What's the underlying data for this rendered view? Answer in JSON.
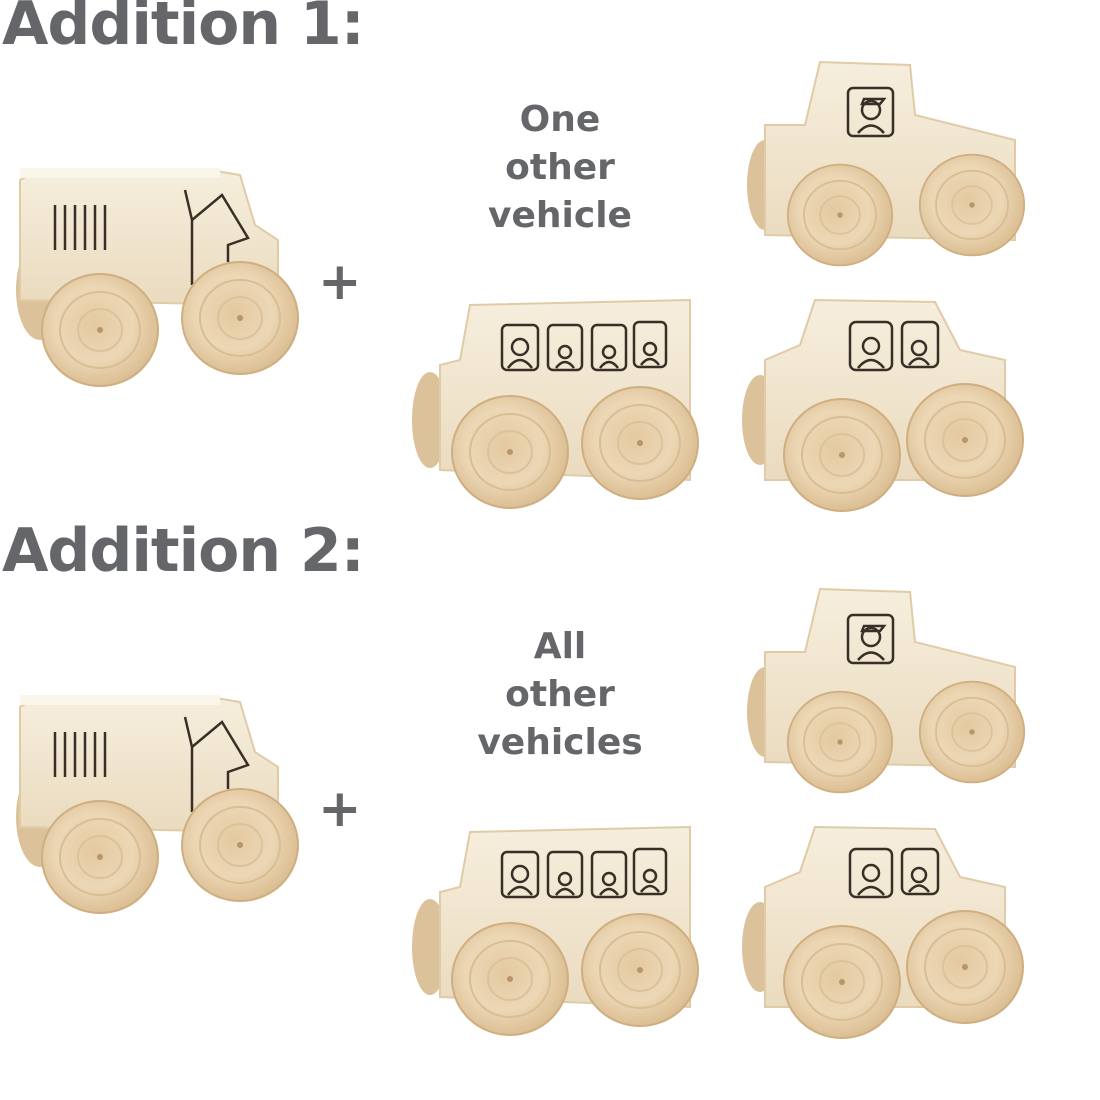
{
  "sections": [
    {
      "heading": "Addition 1:",
      "operator": "+",
      "caption_lines": [
        "One",
        "other",
        "vehicle"
      ],
      "base_vehicle": "wooden-fire-truck",
      "other_vehicles": [
        "wooden-pickup-truck",
        "wooden-school-bus",
        "wooden-car"
      ]
    },
    {
      "heading": "Addition 2:",
      "operator": "+",
      "caption_lines": [
        "All",
        "other",
        "vehicles"
      ],
      "base_vehicle": "wooden-fire-truck",
      "other_vehicles": [
        "wooden-pickup-truck",
        "wooden-school-bus",
        "wooden-car"
      ]
    }
  ],
  "colors": {
    "text": "#656669",
    "wood_light": "#f1e6d0",
    "wood_edge": "#e2cfae",
    "wheel": "#e9d3ae",
    "wheel_ring": "#d6b88c",
    "engraving": "#3a2f26"
  }
}
